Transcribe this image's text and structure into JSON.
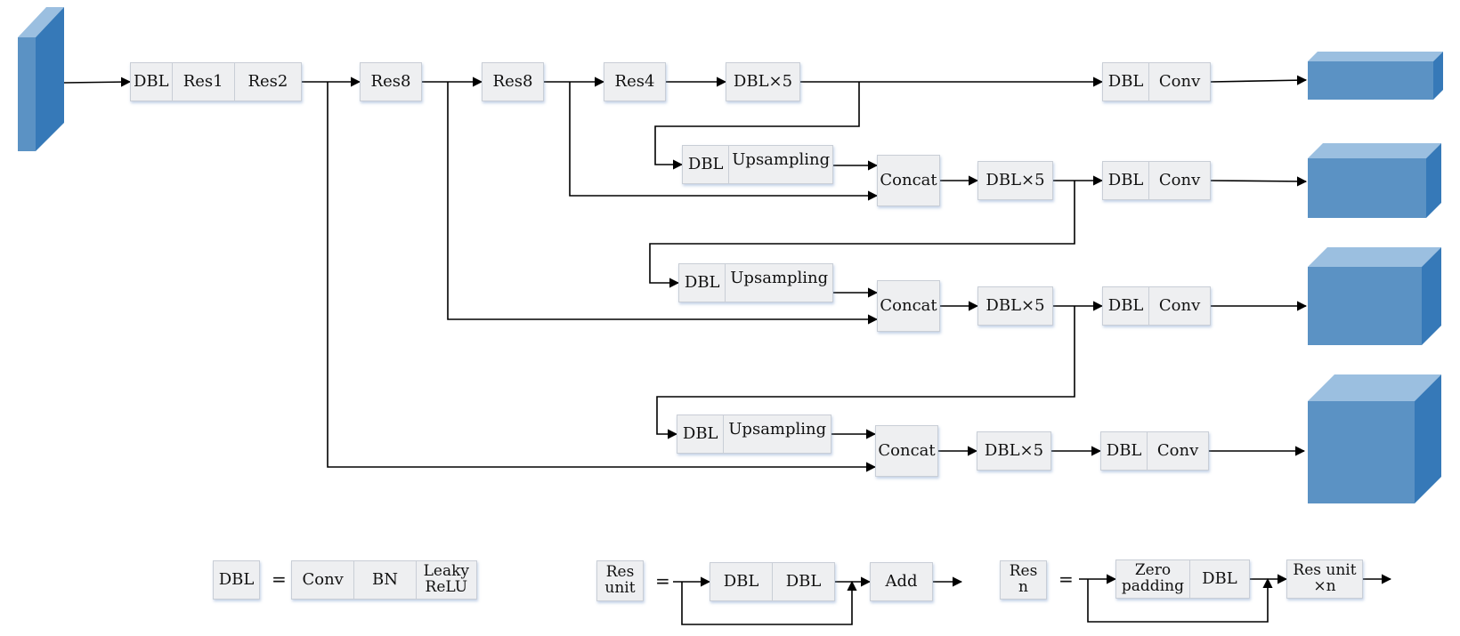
{
  "colors": {
    "block_front": "#5b92c4",
    "block_top": "#9bbfe0",
    "block_side": "#3679b8",
    "line": "#000000"
  },
  "labels": {
    "dbl": "DBL",
    "res1": "Res1",
    "res2": "Res2",
    "res8": "Res8",
    "res4": "Res4",
    "dbl_x5": "DBL×5",
    "conv": "Conv",
    "upsampling": "Upsampling",
    "concat": "Concat",
    "bn": "BN",
    "leaky_relu": "Leaky ReLU",
    "res_unit": "Res unit",
    "add": "Add",
    "res_n": "Res n",
    "zero_padding": "Zero padding",
    "res_unit_xn": "Res unit ×n",
    "equals": "="
  }
}
